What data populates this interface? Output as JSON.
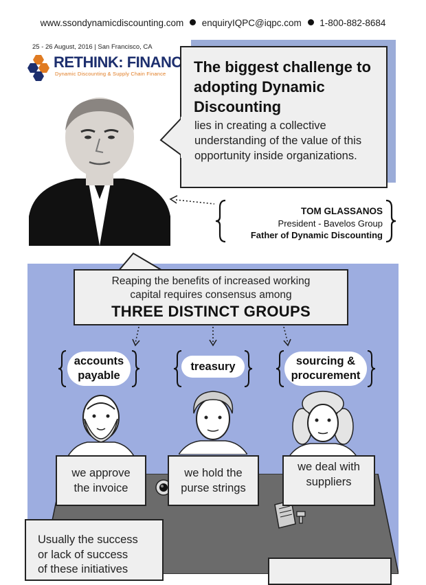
{
  "header": {
    "website": "www.ssondynamicdiscounting.com",
    "email": "enquiryIQPC@iqpc.com",
    "phone": "1-800-882-8684",
    "event_date": "25 - 26 August, 2016 | San Francisco, CA"
  },
  "logo": {
    "title": "RETHINK: FINANCE",
    "subtitle": "Dynamic Discounting & Supply Chain Finance"
  },
  "quote": {
    "title": "The biggest challenge to adopting Dynamic Discounting",
    "body": "lies in creating a collective understanding of the value of this opportunity inside organizations."
  },
  "attribution": {
    "name": "TOM GLASSANOS",
    "role": "President - Bavelos Group",
    "tagline": "Father of Dynamic Discounting"
  },
  "groups_header": {
    "line1": "Reaping the benefits of increased working",
    "line2": "capital requires consensus among",
    "line3": "THREE DISTINCT GROUPS"
  },
  "groups": [
    {
      "label_line1": "accounts",
      "label_line2": "payable",
      "caption_line1": "we approve",
      "caption_line2": "the invoice"
    },
    {
      "label_line1": "treasury",
      "label_line2": "",
      "caption_line1": "we hold the",
      "caption_line2": "purse strings"
    },
    {
      "label_line1": "sourcing &",
      "label_line2": "procurement",
      "caption_line1": "we deal with",
      "caption_line2": "suppliers"
    }
  ],
  "bottom": {
    "line1": "Usually the success",
    "line2": "or lack of success",
    "line3": "of these initiatives"
  },
  "colors": {
    "panel": "#9dade0",
    "box": "#efefef",
    "logo_navy": "#1d2f6e",
    "logo_orange": "#e07b22"
  }
}
